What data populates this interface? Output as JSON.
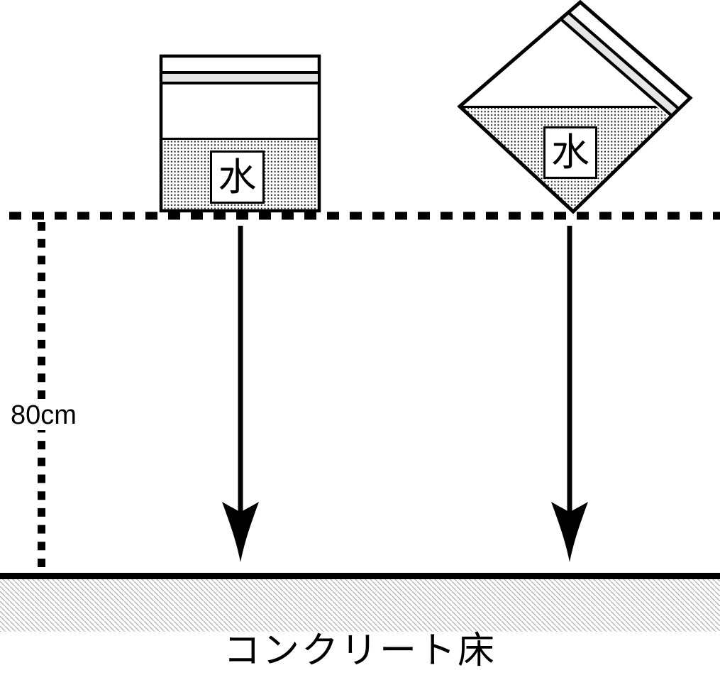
{
  "labels": {
    "drop_height": "80cm",
    "floor": "コンクリート床",
    "bag_left_content": "水",
    "bag_right_content": "水"
  },
  "colors": {
    "ink": "#000000",
    "background": "#ffffff",
    "seal_strip_gray": "#e6e6e6",
    "floor_hatch_gray": "#b5b5b5"
  },
  "diagram": {
    "type": "physics-drop-diagram",
    "drop_height_cm": 80,
    "bags": [
      {
        "position": "left",
        "orientation": "upright-flat-bottom",
        "content_label": "水"
      },
      {
        "position": "right",
        "orientation": "rotated-45-corner-down",
        "content_label": "水"
      }
    ],
    "floor_material_label": "コンクリート床"
  }
}
